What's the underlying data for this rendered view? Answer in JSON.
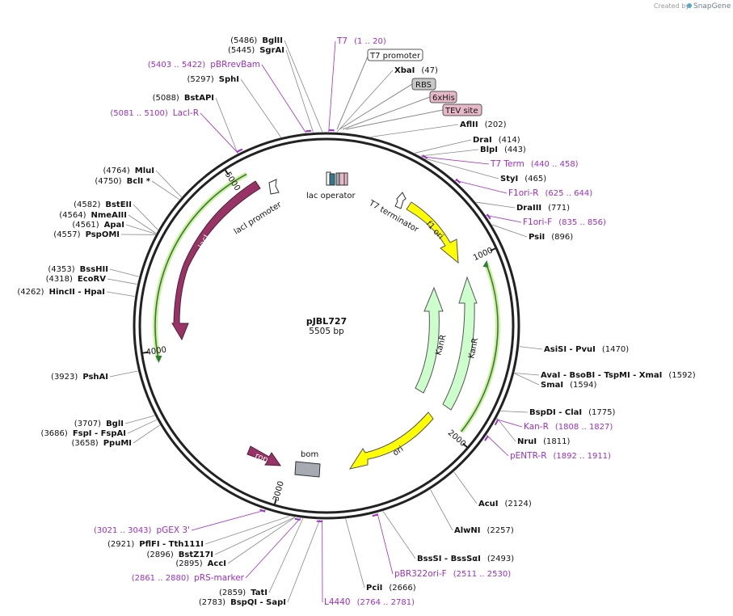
{
  "credit": {
    "prefix": "Created by",
    "brand": "SnapGene"
  },
  "plasmid": {
    "name": "pJBL727",
    "length": 5505,
    "length_label": "5505 bp"
  },
  "ticks": [
    {
      "bp": 1000,
      "label": "1000"
    },
    {
      "bp": 2000,
      "label": "2000"
    },
    {
      "bp": 3000,
      "label": "3000"
    },
    {
      "bp": 4000,
      "label": "4000"
    },
    {
      "bp": 5000,
      "label": "5000"
    }
  ],
  "labels": [
    {
      "name": "BglII",
      "pos": "(5486)",
      "bp": 5486,
      "style": "enzyme"
    },
    {
      "name": "SgrAI",
      "pos": "(5445)",
      "bp": 5445,
      "style": "enzyme"
    },
    {
      "name": "pBRrevBam",
      "pos": "(5403 .. 5422)",
      "bp": 5412,
      "style": "primer"
    },
    {
      "name": "SphI",
      "pos": "(5297)",
      "bp": 5297,
      "style": "enzyme"
    },
    {
      "name": "BstAPI",
      "pos": "(5088)",
      "bp": 5088,
      "style": "enzyme"
    },
    {
      "name": "LacI-R",
      "pos": "(5081 .. 5100)",
      "bp": 5090,
      "style": "primer"
    },
    {
      "name": "MluI",
      "pos": "(4764)",
      "bp": 4764,
      "style": "enzyme"
    },
    {
      "name": "BclI *",
      "pos": "(4750)",
      "bp": 4750,
      "style": "enzyme"
    },
    {
      "name": "BstEII",
      "pos": "(4582)",
      "bp": 4582,
      "style": "enzyme"
    },
    {
      "name": "NmeAIII",
      "pos": "(4564)",
      "bp": 4564,
      "style": "enzyme"
    },
    {
      "name": "ApaI",
      "pos": "(4561)",
      "bp": 4561,
      "style": "enzyme"
    },
    {
      "name": "PspOMI",
      "pos": "(4557)",
      "bp": 4557,
      "style": "enzyme"
    },
    {
      "name": "BssHII",
      "pos": "(4353)",
      "bp": 4353,
      "style": "enzyme"
    },
    {
      "name": "EcoRV",
      "pos": "(4318)",
      "bp": 4318,
      "style": "enzyme"
    },
    {
      "name": "HincII  - HpaI",
      "pos": "(4262)",
      "bp": 4262,
      "style": "enzyme"
    },
    {
      "name": "PshAI",
      "pos": "(3923)",
      "bp": 3923,
      "style": "enzyme"
    },
    {
      "name": "BglI",
      "pos": "(3707)",
      "bp": 3707,
      "style": "enzyme"
    },
    {
      "name": "FspI  - FspAI",
      "pos": "(3686)",
      "bp": 3686,
      "style": "enzyme"
    },
    {
      "name": "PpuMI",
      "pos": "(3658)",
      "bp": 3658,
      "style": "enzyme"
    },
    {
      "name": "pGEX 3'",
      "pos": "(3021 .. 3043)",
      "bp": 3032,
      "style": "primer"
    },
    {
      "name": "PflFI  - Tth111I",
      "pos": "(2921)",
      "bp": 2921,
      "style": "enzyme"
    },
    {
      "name": "BstZ17I",
      "pos": "(2896)",
      "bp": 2896,
      "style": "enzyme"
    },
    {
      "name": "AccI",
      "pos": "(2895)",
      "bp": 2895,
      "style": "enzyme"
    },
    {
      "name": "pRS-marker",
      "pos": "(2861 .. 2880)",
      "bp": 2870,
      "style": "primer"
    },
    {
      "name": "TatI",
      "pos": "(2859)",
      "bp": 2859,
      "style": "enzyme"
    },
    {
      "name": "BspQI  - SapI",
      "pos": "(2783)",
      "bp": 2783,
      "style": "enzyme"
    },
    {
      "name": "L4440",
      "pos": "(2764 .. 2781)",
      "bp": 2772,
      "style": "primer"
    },
    {
      "name": "PciI",
      "pos": "(2666)",
      "bp": 2666,
      "style": "enzyme"
    },
    {
      "name": "pBR322ori-F",
      "pos": "(2511 .. 2530)",
      "bp": 2520,
      "style": "primer"
    },
    {
      "name": "BssSI  - BssSαI",
      "pos": "(2493)",
      "bp": 2493,
      "style": "enzyme"
    },
    {
      "name": "AlwNI",
      "pos": "(2257)",
      "bp": 2257,
      "style": "enzyme"
    },
    {
      "name": "AcuI",
      "pos": "(2124)",
      "bp": 2124,
      "style": "enzyme"
    },
    {
      "name": "pENTR-R",
      "pos": "(1892 .. 1911)",
      "bp": 1901,
      "style": "primer"
    },
    {
      "name": "NruI",
      "pos": "(1811)",
      "bp": 1811,
      "style": "enzyme"
    },
    {
      "name": "Kan-R",
      "pos": "(1808 .. 1827)",
      "bp": 1817,
      "style": "primer"
    },
    {
      "name": "BspDI  - ClaI",
      "pos": "(1775)",
      "bp": 1775,
      "style": "enzyme"
    },
    {
      "name": "SmaI",
      "pos": "(1594)",
      "bp": 1594,
      "style": "enzyme"
    },
    {
      "name": "AvaI  - BsoBI  - TspMI  - XmaI",
      "pos": "(1592)",
      "bp": 1592,
      "style": "enzyme"
    },
    {
      "name": "AsiSI  - PvuI",
      "pos": "(1470)",
      "bp": 1470,
      "style": "enzyme"
    },
    {
      "name": "PsiI",
      "pos": "(896)",
      "bp": 896,
      "style": "enzyme"
    },
    {
      "name": "F1ori-F",
      "pos": "(835 .. 856)",
      "bp": 845,
      "style": "primer"
    },
    {
      "name": "DraIII",
      "pos": "(771)",
      "bp": 771,
      "style": "enzyme"
    },
    {
      "name": "F1ori-R",
      "pos": "(625 .. 644)",
      "bp": 634,
      "style": "primer"
    },
    {
      "name": "StyI",
      "pos": "(465)",
      "bp": 465,
      "style": "enzyme"
    },
    {
      "name": "T7 Term",
      "pos": "(440 .. 458)",
      "bp": 449,
      "style": "primer"
    },
    {
      "name": "BlpI",
      "pos": "(443)",
      "bp": 443,
      "style": "enzyme"
    },
    {
      "name": "DraI",
      "pos": "(414)",
      "bp": 414,
      "style": "enzyme"
    },
    {
      "name": "AflII",
      "pos": "(202)",
      "bp": 202,
      "style": "enzyme"
    },
    {
      "name": "XbaI",
      "pos": "(47)",
      "bp": 47,
      "style": "enzyme"
    },
    {
      "name": "T7",
      "pos": "(1 .. 20)",
      "bp": 10,
      "style": "primer"
    }
  ],
  "boxed_features": [
    {
      "name": "T7 promoter",
      "color": "#ffffff"
    },
    {
      "name": "RBS",
      "color": "#c8c8c8"
    },
    {
      "name": "6xHis",
      "color": "#e6b8c8"
    },
    {
      "name": "TEV site",
      "color": "#e6b8c8"
    }
  ],
  "features": [
    {
      "name": "lacI",
      "color": "#993366"
    },
    {
      "name": "lacI promoter",
      "color": "#ffffff"
    },
    {
      "name": "lac operator",
      "color": "#ffffff"
    },
    {
      "name": "T7 terminator",
      "color": "#ffffff"
    },
    {
      "name": "f1 ori",
      "color": "#ffff00"
    },
    {
      "name": "KanR",
      "color": "#ccffcc"
    },
    {
      "name": "KanR",
      "color": "#ccffcc"
    },
    {
      "name": "ori",
      "color": "#ffff00"
    },
    {
      "name": "bom",
      "color": "#a6abb3"
    },
    {
      "name": "rop",
      "color": "#993366"
    }
  ],
  "colors": {
    "backbone": "#222222",
    "enzyme": "#111111",
    "primer": "#9b2fc8",
    "orf_line": "#2e7d32",
    "orf_glow": "#cfeea0"
  }
}
